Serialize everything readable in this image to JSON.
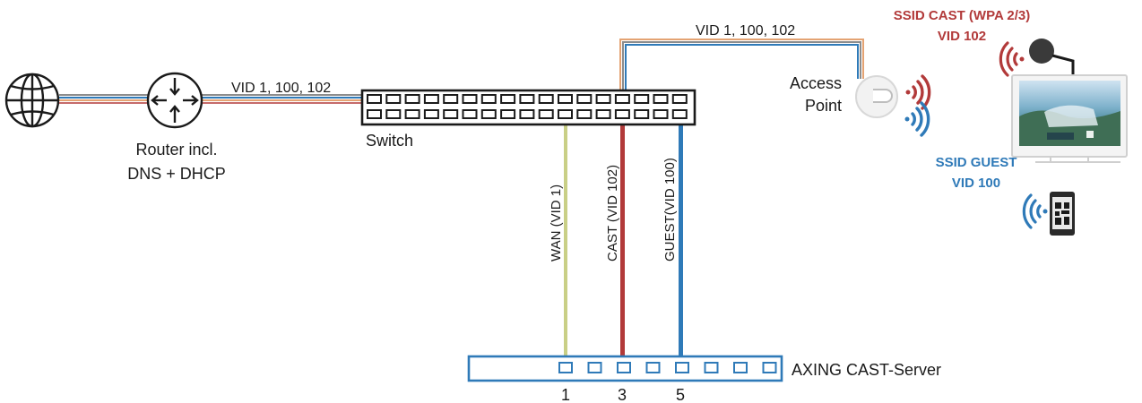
{
  "colors": {
    "line": "#1a1a1a",
    "wan": "#c9cf86",
    "cast": "#b23a3a",
    "guest": "#2f7ab8",
    "trunk_orange": "#e4a373",
    "trunk_gray": "#8c8c8c",
    "server_border": "#2f7ab8"
  },
  "labels": {
    "trunk_router": "VID 1, 100, 102",
    "trunk_ap": "VID 1, 100, 102",
    "router_line1": "Router incl.",
    "router_line2": "DNS + DHCP",
    "switch": "Switch",
    "ap_line1": "Access",
    "ap_line2": "Point",
    "ssid_cast_line1": "SSID CAST (WPA 2/3)",
    "ssid_cast_line2": "VID 102",
    "ssid_guest_line1": "SSID GUEST",
    "ssid_guest_line2": "VID 100",
    "link_wan": "WAN (VID 1)",
    "link_cast": "CAST (VID 102)",
    "link_guest": "GUEST(VID 100)",
    "server": "AXING CAST-Server",
    "port_1": "1",
    "port_3": "3",
    "port_5": "5"
  },
  "icons": [
    "globe-icon",
    "router-icon",
    "switch-icon",
    "access-point-icon",
    "wifi-icon",
    "chromecast-icon",
    "tv-icon",
    "smartphone-icon"
  ]
}
